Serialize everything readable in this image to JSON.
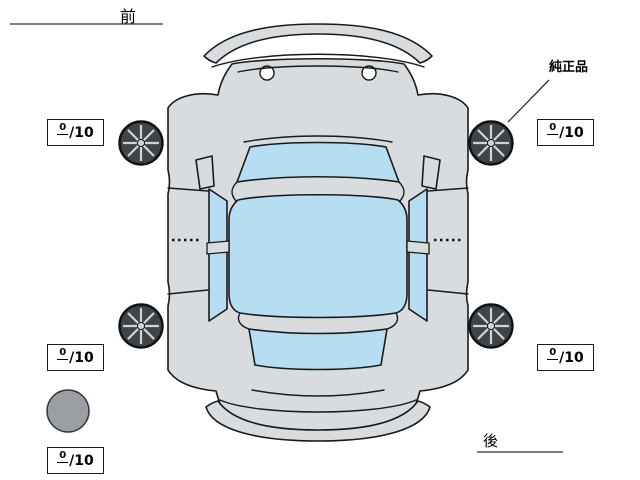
{
  "labels": {
    "front": "前",
    "rear": "後",
    "genuine_part": "純正品"
  },
  "score_boxes": [
    {
      "id": "front-left",
      "value": "0",
      "max": "/10"
    },
    {
      "id": "front-right",
      "value": "0",
      "max": "/10"
    },
    {
      "id": "rear-left",
      "value": "0",
      "max": "/10"
    },
    {
      "id": "rear-right",
      "value": "0",
      "max": "/10"
    },
    {
      "id": "spare",
      "value": "0",
      "max": "/10"
    }
  ],
  "colors": {
    "body": "#d8dcdf",
    "glass": "#b7ddf3",
    "wheel_dark": "#3f4449",
    "wheel_light": "#cfd4d8",
    "spare_tire": "#9b9fa3",
    "white": "#ffffff"
  }
}
